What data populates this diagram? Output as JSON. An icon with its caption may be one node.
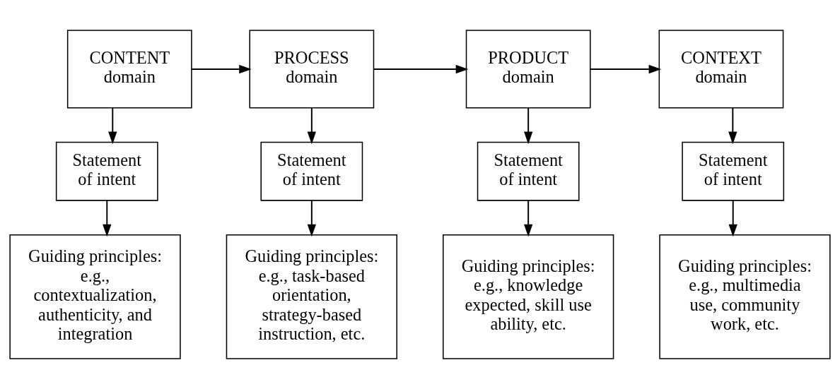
{
  "diagram": {
    "nodes": [
      {
        "text": [
          "CONTENT domain"
        ]
      },
      {
        "text": [
          "PROCESS domain"
        ]
      },
      {
        "text": [
          "PRODUCT domain"
        ]
      },
      {
        "text": [
          "CONTEXT domain"
        ]
      },
      {
        "text": [
          "Statement of intent"
        ]
      },
      {
        "text": [
          "Statement of intent"
        ]
      },
      {
        "text": [
          "Statement of intent"
        ]
      },
      {
        "text": [
          "Statement of intent"
        ]
      },
      {
        "text": [
          "Guiding principles: e.g., contextualization, authenticity, and integration"
        ]
      },
      {
        "text": [
          "Guiding principles: e.g., task-based orientation, strategy-based instruction, etc."
        ]
      },
      {
        "text": [
          "Guiding principles: e.g., knowledge expected, skill use ability, etc."
        ]
      },
      {
        "text": [
          "Guiding principles: e.g., multimedia use, community work, etc."
        ]
      }
    ],
    "edges": [
      {
        "from": 0,
        "to": 1,
        "arrow": "to"
      },
      {
        "from": 1,
        "to": 2,
        "arrow": "to"
      },
      {
        "from": 2,
        "to": 3,
        "arrow": "to"
      },
      {
        "from": 0,
        "to": 4,
        "arrow": "to"
      },
      {
        "from": 1,
        "to": 5,
        "arrow": "to"
      },
      {
        "from": 2,
        "to": 6,
        "arrow": "to"
      },
      {
        "from": 3,
        "to": 7,
        "arrow": "to"
      },
      {
        "from": 4,
        "to": 8,
        "arrow": "to"
      },
      {
        "from": 5,
        "to": 9,
        "arrow": "to"
      },
      {
        "from": 6,
        "to": 10,
        "arrow": "to"
      },
      {
        "from": 7,
        "to": 11,
        "arrow": "to"
      }
    ]
  }
}
